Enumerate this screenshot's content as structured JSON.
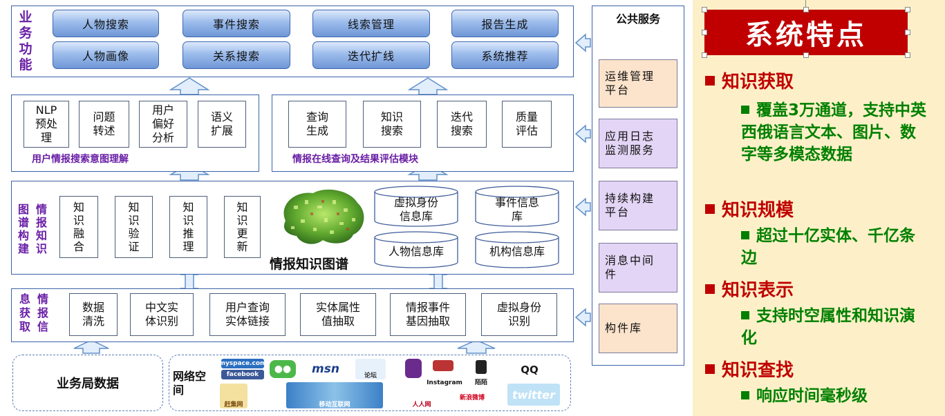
{
  "business": {
    "label": [
      "业",
      "务",
      "功",
      "能"
    ],
    "buttons": [
      "人物搜索",
      "事件搜索",
      "线索管理",
      "报告生成",
      "人物画像",
      "关系搜索",
      "迭代扩线",
      "系统推荐"
    ]
  },
  "intent": {
    "boxes": [
      "NLP\n预处\n理",
      "问题\n转述",
      "用户\n偏好\n分析",
      "语义\n扩展"
    ],
    "label": "用户情报搜索意图理解"
  },
  "query": {
    "boxes": [
      "查询\n生成",
      "知识\n搜索",
      "迭代\n搜索",
      "质量\n评估"
    ],
    "label": "情报在线查询及结果评估模块"
  },
  "kg": {
    "label_col1": [
      "图",
      "谱",
      "构",
      "建"
    ],
    "label_col2": [
      "情",
      "报",
      "知",
      "识"
    ],
    "steps": [
      "知\n识\n融\n合",
      "知\n识\n验\n证",
      "知\n识\n推\n理",
      "知\n识\n更\n新"
    ],
    "title": "情报知识图谱",
    "databases": [
      "虚拟身份\n信息库",
      "事件信息\n库",
      "人物信息库",
      "机构信息库"
    ]
  },
  "acquire": {
    "label_col1": [
      "息",
      "获",
      "取"
    ],
    "label_col2": [
      "情",
      "报",
      "信"
    ],
    "boxes": [
      "数据\n清洗",
      "中文实\n体识别",
      "用户查询\n实体链接",
      "实体属性\n值抽取",
      "情报事件\n基因抽取",
      "虚拟身份\n识别"
    ]
  },
  "sources": {
    "bureau": "业务局数据",
    "network": "网络空\n间",
    "logos": [
      "myspace.com",
      "facebook",
      "msn",
      "论坛",
      "Instagram",
      "陌陌",
      "QQ",
      "赶集网",
      "移动互联网",
      "人人网",
      "新浪微博",
      "twitter"
    ]
  },
  "public_service": {
    "title": "公共服务",
    "items": [
      "运维管理\n平台",
      "应用日志\n监测服务",
      "持续构建\n平台",
      "消息中间\n件",
      "构件库"
    ]
  },
  "features": {
    "title": "系统特点",
    "sections": [
      {
        "heading": "知识获取",
        "detail": "覆盖3万通道，支持中英西俄语言文本、图片、数字等多模态数据"
      },
      {
        "heading": "知识规模",
        "detail": "超过十亿实体、千亿条边"
      },
      {
        "heading": "知识表示",
        "detail": "支持时空属性和知识演化"
      },
      {
        "heading": "知识查找",
        "detail": "响应时间毫秒级"
      }
    ]
  },
  "colors": {
    "purple_label": "#6a1fa6",
    "panel_border": "#3a62a8",
    "button_blue": "#6f97d6",
    "title_red": "#c00000",
    "feature_green": "#008000",
    "right_bg": "#fdf0c8",
    "peach": "#fbe3cc",
    "lavender": "#e3d5f5"
  }
}
